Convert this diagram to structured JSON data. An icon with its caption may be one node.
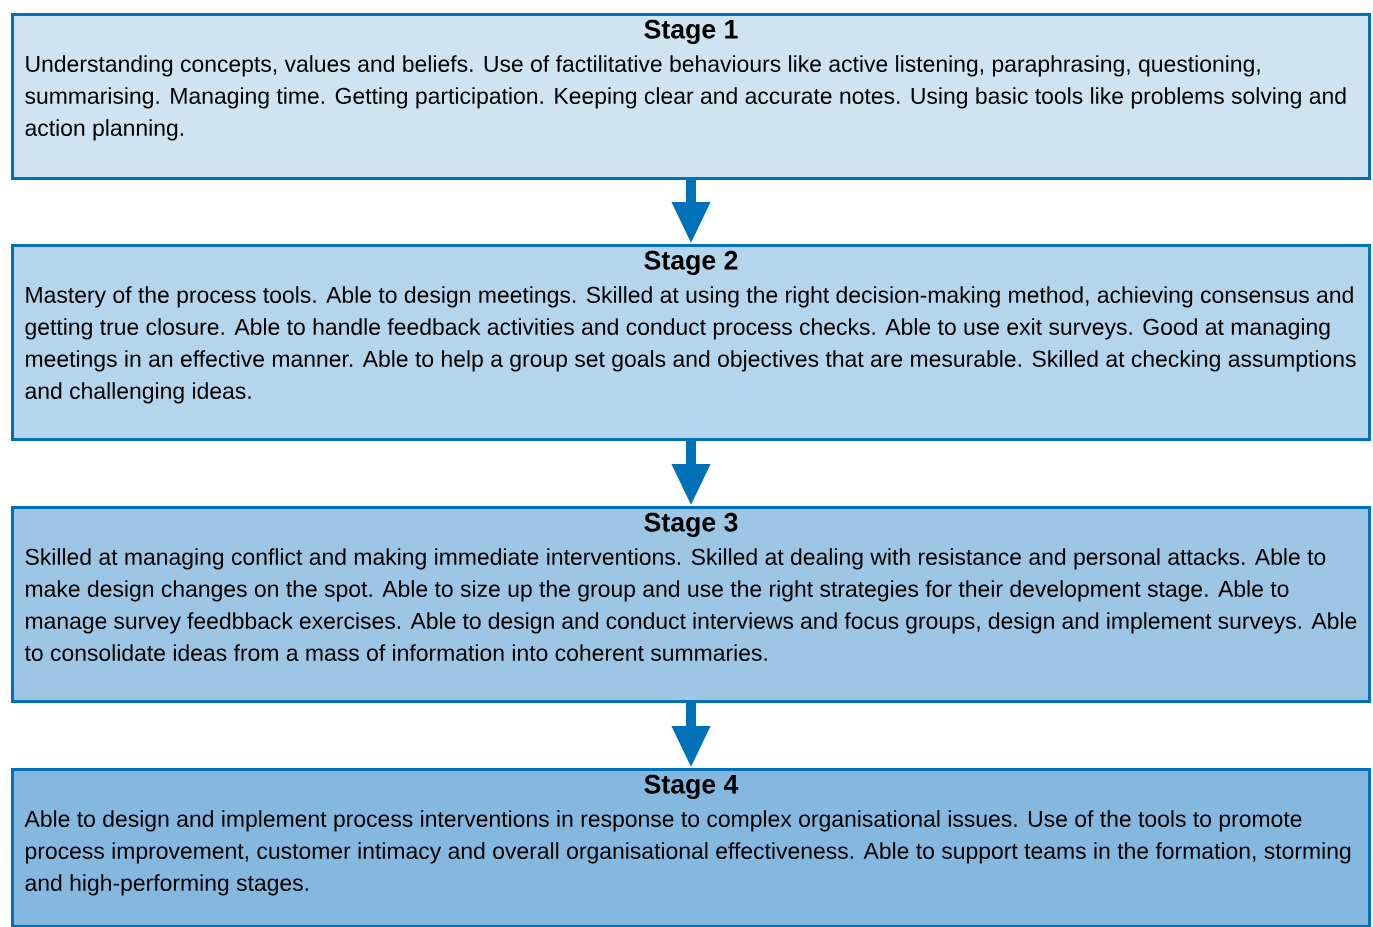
{
  "diagram": {
    "nodes": [
      {
        "text": [
          "Stage 1",
          "Understanding concepts, values and beliefs.  Use of factilitative behaviours like active listening, paraphrasing, questioning, summarising.  Managing time.  Getting participation. Keeping clear and accurate notes.  Using basic tools like problems solving and action planning."
        ]
      },
      {
        "text": [
          "Stage 2",
          "Mastery of the process tools.  Able to design meetings.  Skilled at using the right decision-making method, achieving consensus and getting true closure.  Able to handle feedback activities and conduct process checks.  Able to use exit surveys. Good at managing meetings in an effective manner.  Able to help a group set goals and objectives that are mesurable.  Skilled at checking assumptions and challenging ideas."
        ]
      },
      {
        "text": [
          "Stage 3",
          "Skilled at managing conflict and making immediate interventions.  Skilled at dealing with resistance and personal attacks.  Able to make design changes on the spot.  Able to size up the group and use the right strategies for their development stage.  Able to manage survey feedbback exercises.  Able to design and conduct interviews and focus groups, design and implement surveys.  Able to consolidate ideas from a mass of information into coherent summaries."
        ]
      },
      {
        "text": [
          "Stage 4",
          "Able to design and implement process interventions in response to complex organisational issues.  Use of the tools to promote process improvement, customer intimacy and overall organisational effectiveness.  Able to support teams in the formation, storming and high-performing stages."
        ]
      }
    ],
    "edges": [
      {
        "from": 0,
        "to": 1,
        "arrow": "to"
      },
      {
        "from": 1,
        "to": 2,
        "arrow": "to"
      },
      {
        "from": 2,
        "to": 3,
        "arrow": "to"
      }
    ]
  }
}
